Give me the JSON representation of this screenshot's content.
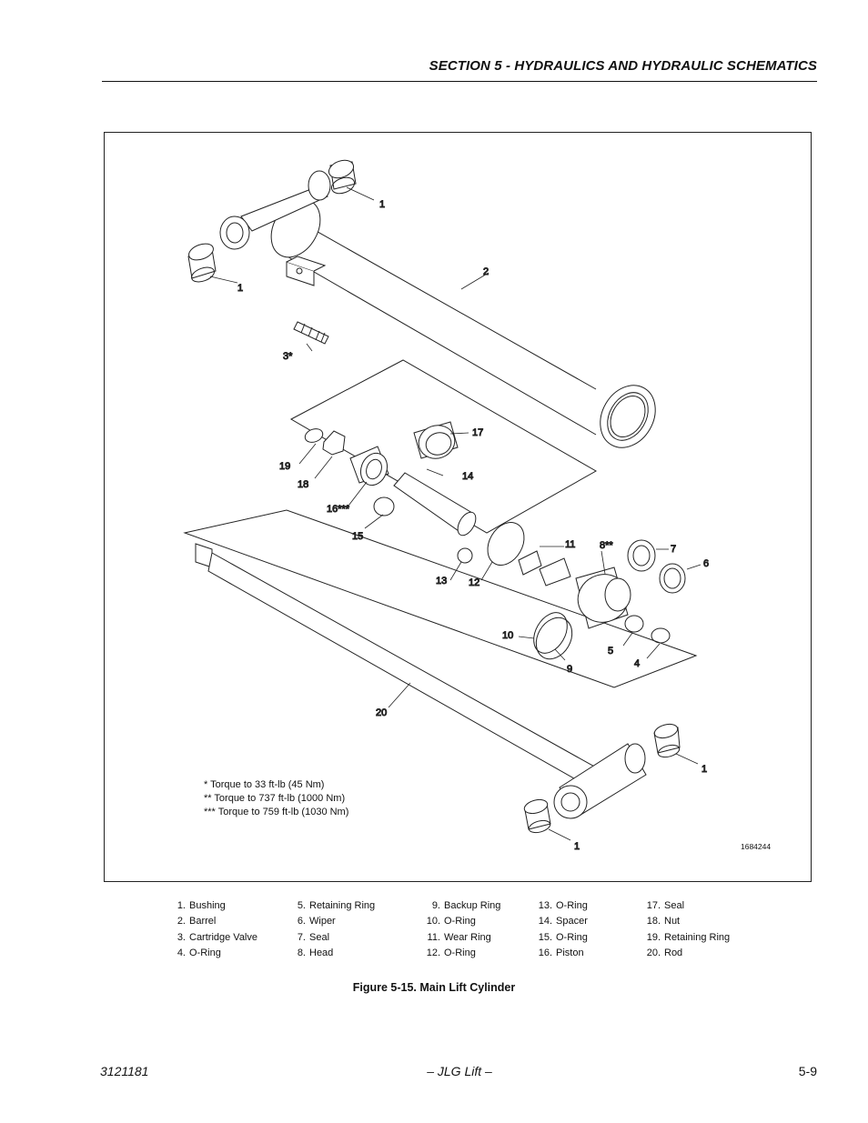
{
  "header": {
    "section_title": "SECTION 5 - HYDRAULICS AND HYDRAULIC SCHEMATICS"
  },
  "figure": {
    "callouts": {
      "c1a": "1",
      "c1b": "1",
      "c2": "2",
      "c3": "3*",
      "c17": "17",
      "c14": "14",
      "c19": "19",
      "c18": "18",
      "c16": "16***",
      "c15": "15",
      "c11": "11",
      "c8": "8**",
      "c7": "7",
      "c6": "6",
      "c13": "13",
      "c12": "12",
      "c10": "10",
      "c5": "5",
      "c4": "4",
      "c9": "9",
      "c20": "20",
      "c1c": "1",
      "c1d": "1"
    },
    "notes": [
      "* Torque to 33 ft-lb (45 Nm)",
      "** Torque to 737 ft-lb (1000 Nm)",
      "*** Torque to 759 ft-lb (1030 Nm)"
    ],
    "figure_id": "1684244"
  },
  "legend": {
    "columns": [
      [
        {
          "num": "1.",
          "label": "Bushing"
        },
        {
          "num": "2.",
          "label": "Barrel"
        },
        {
          "num": "3.",
          "label": "Cartridge Valve"
        },
        {
          "num": "4.",
          "label": "O-Ring"
        }
      ],
      [
        {
          "num": "5.",
          "label": "Retaining Ring"
        },
        {
          "num": "6.",
          "label": "Wiper"
        },
        {
          "num": "7.",
          "label": "Seal"
        },
        {
          "num": "8.",
          "label": "Head"
        }
      ],
      [
        {
          "num": "9.",
          "label": "Backup Ring"
        },
        {
          "num": "10.",
          "label": "O-Ring"
        },
        {
          "num": "11.",
          "label": "Wear Ring"
        },
        {
          "num": "12.",
          "label": "O-Ring"
        }
      ],
      [
        {
          "num": "13.",
          "label": "O-Ring"
        },
        {
          "num": "14.",
          "label": "Spacer"
        },
        {
          "num": "15.",
          "label": "O-Ring"
        },
        {
          "num": "16.",
          "label": "Piston"
        }
      ],
      [
        {
          "num": "17.",
          "label": "Seal"
        },
        {
          "num": "18.",
          "label": "Nut"
        },
        {
          "num": "19.",
          "label": "Retaining Ring"
        },
        {
          "num": "20.",
          "label": "Rod"
        }
      ]
    ]
  },
  "caption": "Figure 5-15.  Main Lift Cylinder",
  "footer": {
    "doc_number": "3121181",
    "center": "– JLG Lift –",
    "page": "5-9"
  }
}
